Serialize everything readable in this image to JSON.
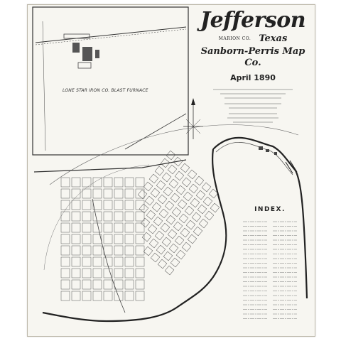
{
  "title": {
    "main": "Jefferson",
    "county": "MARION CO.",
    "state": "Texas",
    "publisher": "Sanborn-Perris Map Co.",
    "date": "April 1890"
  },
  "inset": {
    "title": "LONE STAR IRON CO. BLAST FURNACE"
  },
  "index": {
    "title": "INDEX."
  },
  "colors": {
    "paper": "#f7f6f1",
    "ink": "#3a3a3a",
    "water": "#2b2b2b"
  }
}
